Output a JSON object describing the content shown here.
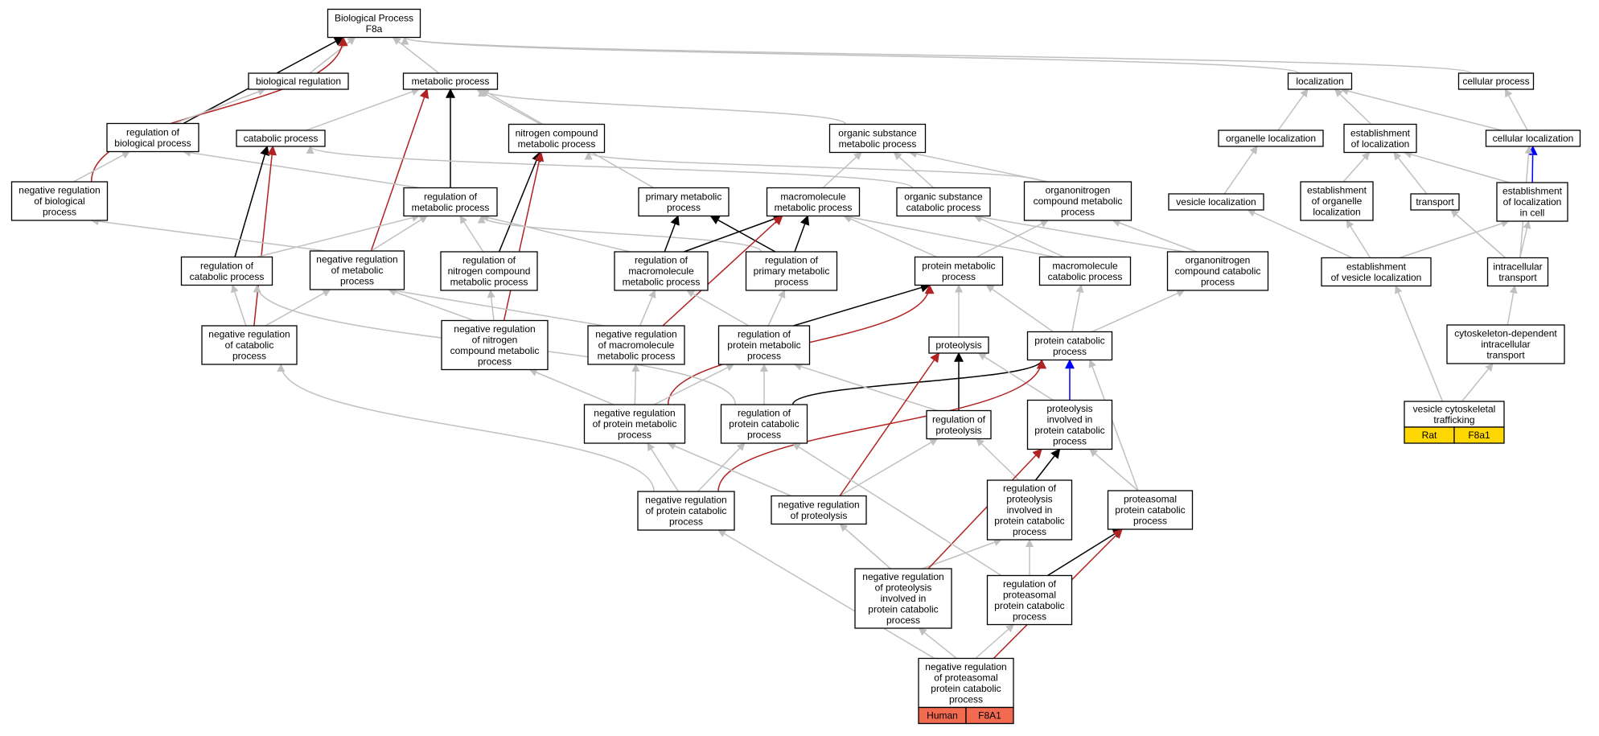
{
  "colors": {
    "gray": "#c0c0c0",
    "black": "#000000",
    "red": "#b22222",
    "blue": "#0000ff",
    "human_badge": "#f26a50",
    "rat_badge": "#ffd700"
  },
  "nodes": {
    "bp": [
      "Biological Process",
      "F8a"
    ],
    "bioreg": [
      "biological regulation"
    ],
    "metab": [
      "metabolic process"
    ],
    "loc": [
      "localization"
    ],
    "cellproc": [
      "cellular process"
    ],
    "regbio": [
      "regulation of",
      "biological process"
    ],
    "catab": [
      "catabolic process"
    ],
    "nitro": [
      "nitrogen compound",
      "metabolic process"
    ],
    "orgsub": [
      "organic substance",
      "metabolic process"
    ],
    "orgloc": [
      "organelle localization"
    ],
    "estloc": [
      "establishment",
      "of localization"
    ],
    "cellloc": [
      "cellular localization"
    ],
    "negbio": [
      "negative regulation",
      "of biological",
      "process"
    ],
    "regmet": [
      "regulation of",
      "metabolic process"
    ],
    "primmet": [
      "primary metabolic",
      "process"
    ],
    "macromet": [
      "macromolecule",
      "metabolic process"
    ],
    "orgsubcat": [
      "organic substance",
      "catabolic process"
    ],
    "orgnitro": [
      "organonitrogen",
      "compound metabolic",
      "process"
    ],
    "vesloc": [
      "vesicle localization"
    ],
    "estorg": [
      "establishment",
      "of organelle",
      "localization"
    ],
    "transport": [
      "transport"
    ],
    "estcell": [
      "establishment",
      "of localization",
      "in cell"
    ],
    "regcat": [
      "regulation of",
      "catabolic process"
    ],
    "negmet": [
      "negative regulation",
      "of metabolic",
      "process"
    ],
    "regnitro": [
      "regulation of",
      "nitrogen compound",
      "metabolic process"
    ],
    "regmacro": [
      "regulation of",
      "macromolecule",
      "metabolic process"
    ],
    "regprim": [
      "regulation of",
      "primary metabolic",
      "process"
    ],
    "protmet": [
      "protein metabolic",
      "process"
    ],
    "macrocat": [
      "macromolecule",
      "catabolic process"
    ],
    "orgnitrocat": [
      "organonitrogen",
      "compound catabolic",
      "process"
    ],
    "estves": [
      "establishment",
      "of vesicle localization"
    ],
    "intra": [
      "intracellular",
      "transport"
    ],
    "negcat": [
      "negative regulation",
      "of catabolic",
      "process"
    ],
    "negnitro": [
      "negative regulation",
      "of nitrogen",
      "compound metabolic",
      "process"
    ],
    "negmacro": [
      "negative regulation",
      "of macromolecule",
      "metabolic process"
    ],
    "regprot": [
      "regulation of",
      "protein metabolic",
      "process"
    ],
    "proteolysis": [
      "proteolysis"
    ],
    "protcat": [
      "protein catabolic",
      "process"
    ],
    "cyto": [
      "cytoskeleton-dependent",
      "intracellular",
      "transport"
    ],
    "negprot": [
      "negative regulation",
      "of protein metabolic",
      "process"
    ],
    "regprotcat": [
      "regulation of",
      "protein catabolic",
      "process"
    ],
    "regproteo": [
      "regulation of",
      "proteolysis"
    ],
    "proteoinv": [
      "proteolysis",
      "involved in",
      "protein catabolic",
      "process"
    ],
    "vcyto": [
      "vesicle cytoskeletal",
      "trafficking"
    ],
    "negprotcat": [
      "negative regulation",
      "of protein catabolic",
      "process"
    ],
    "negproteo": [
      "negative regulation",
      "of proteolysis"
    ],
    "regproteoinv": [
      "regulation of",
      "proteolysis",
      "involved in",
      "protein catabolic",
      "process"
    ],
    "proteasomal": [
      "proteasomal",
      "protein catabolic",
      "process"
    ],
    "negproteoinv": [
      "negative regulation",
      "of proteolysis",
      "involved in",
      "protein catabolic",
      "process"
    ],
    "regproteasomal": [
      "regulation of",
      "proteasomal",
      "protein catabolic",
      "process"
    ],
    "negproteasomal": [
      "negative regulation",
      "of proteasomal",
      "protein catabolic",
      "process"
    ]
  },
  "badges": {
    "vcyto": [
      "Rat",
      "F8a1"
    ],
    "negproteasomal": [
      "Human",
      "F8A1"
    ]
  },
  "edges": [
    [
      "bioreg",
      "bp",
      "gray"
    ],
    [
      "metab",
      "bp",
      "gray"
    ],
    [
      "loc",
      "bp",
      "gray"
    ],
    [
      "cellproc",
      "bp",
      "gray"
    ],
    [
      "regbio",
      "bp",
      "black"
    ],
    [
      "negbio",
      "bp",
      "red"
    ],
    [
      "regbio",
      "bioreg",
      "gray"
    ],
    [
      "catab",
      "metab",
      "gray"
    ],
    [
      "nitro",
      "metab",
      "gray"
    ],
    [
      "orgsub",
      "metab",
      "gray"
    ],
    [
      "primmet",
      "metab",
      "gray"
    ],
    [
      "regmet",
      "metab",
      "black"
    ],
    [
      "negmet",
      "metab",
      "red"
    ],
    [
      "orgloc",
      "loc",
      "gray"
    ],
    [
      "estloc",
      "loc",
      "gray"
    ],
    [
      "cellloc",
      "loc",
      "gray"
    ],
    [
      "cellloc",
      "cellproc",
      "gray"
    ],
    [
      "negbio",
      "regbio",
      "gray"
    ],
    [
      "regmet",
      "regbio",
      "gray"
    ],
    [
      "orgsubcat",
      "catab",
      "gray"
    ],
    [
      "regcat",
      "catab",
      "black"
    ],
    [
      "negcat",
      "catab",
      "red"
    ],
    [
      "regnitro",
      "nitro",
      "black"
    ],
    [
      "negnitro",
      "nitro",
      "red"
    ],
    [
      "macromet",
      "orgsub",
      "gray"
    ],
    [
      "orgsubcat",
      "orgsub",
      "gray"
    ],
    [
      "orgnitro",
      "orgsub",
      "gray"
    ],
    [
      "orgnitro",
      "nitro",
      "gray"
    ],
    [
      "vesloc",
      "orgloc",
      "gray"
    ],
    [
      "estorg",
      "estloc",
      "gray"
    ],
    [
      "transport",
      "estloc",
      "gray"
    ],
    [
      "estcell",
      "estloc",
      "gray"
    ],
    [
      "estcell",
      "cellloc",
      "blue"
    ],
    [
      "negmet",
      "negbio",
      "gray"
    ],
    [
      "regcat",
      "regmet",
      "gray"
    ],
    [
      "negmet",
      "regmet",
      "gray"
    ],
    [
      "regnitro",
      "regmet",
      "gray"
    ],
    [
      "regmacro",
      "regmet",
      "gray"
    ],
    [
      "regprim",
      "regmet",
      "gray"
    ],
    [
      "regmacro",
      "primmet",
      "black"
    ],
    [
      "regprim",
      "primmet",
      "black"
    ],
    [
      "regmacro",
      "macromet",
      "black"
    ],
    [
      "regprim",
      "macromet",
      "black"
    ],
    [
      "negmacro",
      "macromet",
      "red"
    ],
    [
      "protmet",
      "macromet",
      "gray"
    ],
    [
      "macrocat",
      "macromet",
      "gray"
    ],
    [
      "macrocat",
      "orgsubcat",
      "gray"
    ],
    [
      "orgnitrocat",
      "orgsubcat",
      "gray"
    ],
    [
      "protmet",
      "orgnitro",
      "gray"
    ],
    [
      "orgnitrocat",
      "orgnitro",
      "gray"
    ],
    [
      "estves",
      "vesloc",
      "gray"
    ],
    [
      "estves",
      "estorg",
      "gray"
    ],
    [
      "intra",
      "transport",
      "gray"
    ],
    [
      "intra",
      "estcell",
      "gray"
    ],
    [
      "estves",
      "estcell",
      "gray"
    ],
    [
      "intra",
      "cellloc",
      "gray"
    ],
    [
      "negcat",
      "regcat",
      "gray"
    ],
    [
      "negcat",
      "negmet",
      "gray"
    ],
    [
      "negnitro",
      "negmet",
      "gray"
    ],
    [
      "negnitro",
      "regnitro",
      "gray"
    ],
    [
      "negmacro",
      "regmacro",
      "gray"
    ],
    [
      "negmacro",
      "negmet",
      "gray"
    ],
    [
      "regprot",
      "regmacro",
      "gray"
    ],
    [
      "regprot",
      "regprim",
      "gray"
    ],
    [
      "regprot",
      "protmet",
      "black"
    ],
    [
      "negprot",
      "protmet",
      "red"
    ],
    [
      "proteolysis",
      "protmet",
      "gray"
    ],
    [
      "protcat",
      "protmet",
      "gray"
    ],
    [
      "protcat",
      "macrocat",
      "gray"
    ],
    [
      "protcat",
      "orgnitrocat",
      "gray"
    ],
    [
      "cyto",
      "intra",
      "gray"
    ],
    [
      "vcyto",
      "cyto",
      "gray"
    ],
    [
      "vcyto",
      "estves",
      "gray"
    ],
    [
      "negprot",
      "regprot",
      "gray"
    ],
    [
      "negprot",
      "negmacro",
      "gray"
    ],
    [
      "negprot",
      "negnitro",
      "gray"
    ],
    [
      "regprotcat",
      "regprot",
      "gray"
    ],
    [
      "regprotcat",
      "regcat",
      "gray"
    ],
    [
      "regprotcat",
      "protcat",
      "black"
    ],
    [
      "regproteo",
      "proteolysis",
      "black"
    ],
    [
      "regproteo",
      "regprot",
      "gray"
    ],
    [
      "proteoinv",
      "protcat",
      "blue"
    ],
    [
      "proteoinv",
      "proteolysis",
      "gray"
    ],
    [
      "negprotcat",
      "negprot",
      "gray"
    ],
    [
      "negprotcat",
      "regprotcat",
      "gray"
    ],
    [
      "negprotcat",
      "negcat",
      "gray"
    ],
    [
      "negprotcat",
      "protcat",
      "red"
    ],
    [
      "negproteo",
      "negprot",
      "gray"
    ],
    [
      "negproteo",
      "regproteo",
      "gray"
    ],
    [
      "negproteo",
      "proteolysis",
      "red"
    ],
    [
      "regproteoinv",
      "proteoinv",
      "black"
    ],
    [
      "regproteoinv",
      "regproteo",
      "gray"
    ],
    [
      "proteasomal",
      "proteoinv",
      "gray"
    ],
    [
      "proteasomal",
      "protcat",
      "gray"
    ],
    [
      "negproteoinv",
      "negproteo",
      "gray"
    ],
    [
      "negproteoinv",
      "regproteoinv",
      "gray"
    ],
    [
      "negproteoinv",
      "proteoinv",
      "red"
    ],
    [
      "regproteasomal",
      "regproteoinv",
      "gray"
    ],
    [
      "regproteasomal",
      "proteasomal",
      "black"
    ],
    [
      "regproteasomal",
      "regprotcat",
      "gray"
    ],
    [
      "negproteasomal",
      "negproteoinv",
      "gray"
    ],
    [
      "negproteasomal",
      "regproteasomal",
      "gray"
    ],
    [
      "negproteasomal",
      "proteasomal",
      "red"
    ],
    [
      "negproteasomal",
      "negprotcat",
      "gray"
    ]
  ]
}
